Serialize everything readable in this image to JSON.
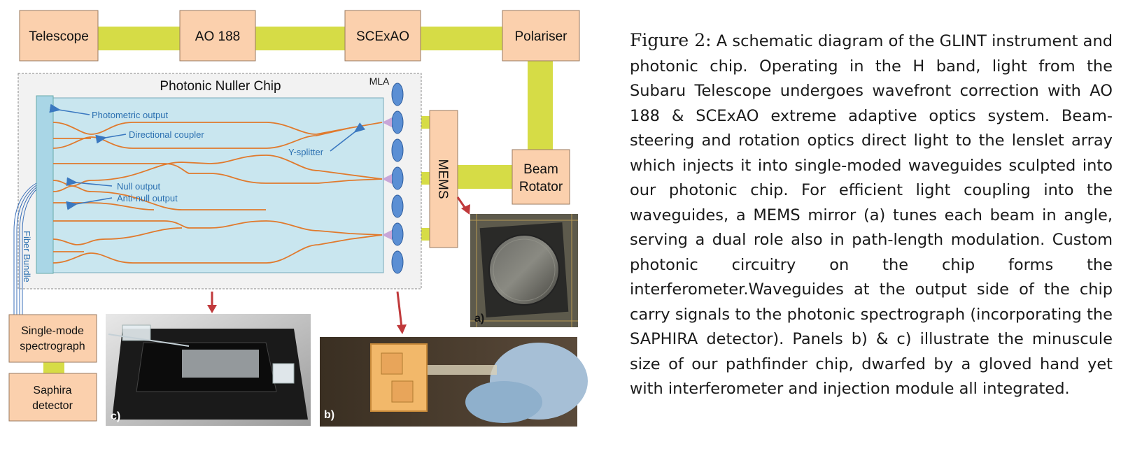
{
  "diagram": {
    "boxes": {
      "telescope": "Telescope",
      "ao188": "AO 188",
      "scexao": "SCExAO",
      "polariser": "Polariser",
      "beam_rotator_l1": "Beam",
      "beam_rotator_l2": "Rotator",
      "mems": "MEMS",
      "spectrograph_l1": "Single-mode",
      "spectrograph_l2": "spectrograph",
      "saphira_l1": "Saphira",
      "saphira_l2": "detector"
    },
    "chip_title": "Photonic Nuller Chip",
    "mla_label": "MLA",
    "fiber_bundle_label": "Fiber Bundle",
    "callouts": {
      "photometric": "Photometric output",
      "directional": "Directional coupler",
      "ysplitter": "Y-splitter",
      "null": "Null output",
      "antinull": "Anti-null output"
    },
    "panel_labels": {
      "a": "a)",
      "b": "b)",
      "c": "c)"
    },
    "colors": {
      "box_fill": "#fbd0ad",
      "beam": "#d6dc46",
      "chip_fill": "#c9e6ef",
      "waveguide": "#e07a2d",
      "lens": "#5b8fd4",
      "arrow_red": "#c0393b",
      "callout_blue": "#2a6fb0"
    }
  },
  "caption": {
    "label": "Figure 2:",
    "text": "A schematic diagram of the GLINT instrument and photonic chip. Operating in the H band, light from the Subaru Telescope undergoes wavefront correction with AO 188 & SCExAO extreme adaptive optics system. Beam-steering and rotation optics direct light to the lenslet array which injects it into single-moded waveguides sculpted into our photonic chip. For efficient light coupling into the waveguides, a MEMS mirror (a) tunes each beam in angle, serving a dual role also in path-length modulation. Custom photonic circuitry on the chip forms the interferometer.Waveguides at the output side of the chip carry signals to the photonic spectrograph (incorporating the SAPHIRA detector). Panels b) & c) illustrate the minuscule size of our pathfinder chip, dwarfed by a gloved hand yet with interferometer and injection module all integrated."
  }
}
